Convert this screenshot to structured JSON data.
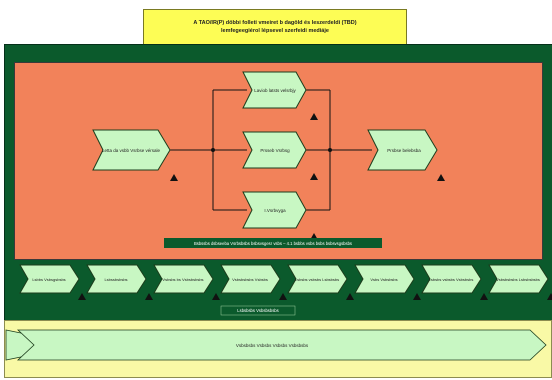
{
  "title": {
    "line1": "A TAO/IR(P) döbbi folleti vmeiret b dagöld és leszerdeldi (TBD)",
    "line2": "lemfegeegiérol lépsevel szerfeidi mediáje"
  },
  "main_process": {
    "left_step": "Letta da vsbb Vsrbse vérsale",
    "branch_top": "Laviob latsts velsrbjy",
    "branch_mid": "Prsseb Vsrbsg",
    "branch_bot": "I.Vsrbvyga",
    "right_step": "Prsbse belebsba",
    "band_caption": "Bsbssbs dsbseeba Vsrbsbsbs bsbsvsgesr vsbs – 4.1 bsbbs vsbs bsbs bsbsvsgsbsbs"
  },
  "support_row": {
    "items": [
      "Lsbbs Vsbsgsbsbs",
      "Lsbssbsbsbs",
      "Vsbsbs bs Vsbsbsbsbs",
      "Vsbsbsbsbs Vsbsbs",
      "Lsbsbs vsbsbs Lsbsbsbs",
      "Vsbs Vsbsbsbs",
      "Lsbsbs vsbsbs Vsbsbsbs",
      "Vsbsbsbsbs Lsbsbsbsbs"
    ],
    "caption": "Lsbsbsbs Vsbsbsbsbs"
  },
  "bottom_lane": {
    "label": "Vsbsbsbs Vsbsbs Vsbsbs Vsbsbsbs"
  },
  "colors": {
    "step_fill": "#c8f7c3",
    "step_stroke": "#1c3d1c",
    "outer_green": "#0b5a2c",
    "inner_orange": "#f2825a",
    "title_yellow": "#fdfd55"
  }
}
